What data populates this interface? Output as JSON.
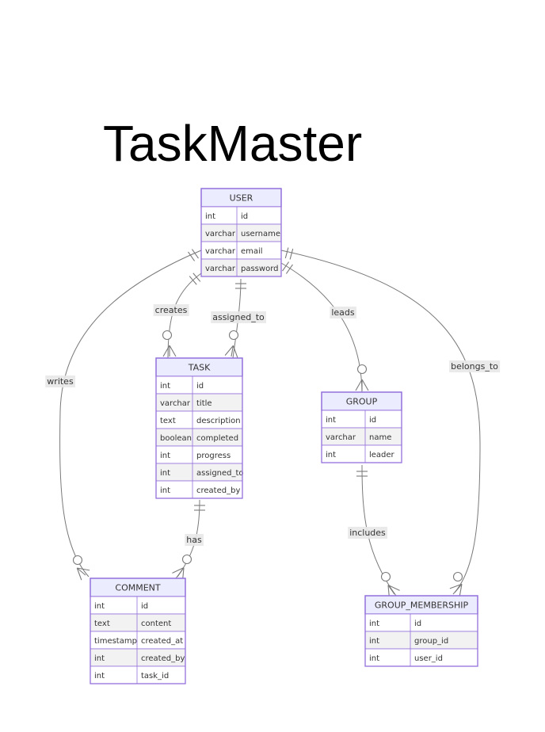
{
  "diagram": {
    "title": "TaskMaster",
    "colors": {
      "entity_border": "#9370db",
      "entity_header": "#ececff",
      "row_alt": "#f2f2f2",
      "edge": "#7a7a7a",
      "label_bg": "#e8e8e8"
    },
    "entities": [
      {
        "id": "user",
        "name": "USER",
        "attributes": [
          {
            "type": "int",
            "name": "id"
          },
          {
            "type": "varchar",
            "name": "username"
          },
          {
            "type": "varchar",
            "name": "email"
          },
          {
            "type": "varchar",
            "name": "password"
          }
        ]
      },
      {
        "id": "task",
        "name": "TASK",
        "attributes": [
          {
            "type": "int",
            "name": "id"
          },
          {
            "type": "varchar",
            "name": "title"
          },
          {
            "type": "text",
            "name": "description"
          },
          {
            "type": "boolean",
            "name": "completed"
          },
          {
            "type": "int",
            "name": "progress"
          },
          {
            "type": "int",
            "name": "assigned_to"
          },
          {
            "type": "int",
            "name": "created_by"
          }
        ]
      },
      {
        "id": "group",
        "name": "GROUP",
        "attributes": [
          {
            "type": "int",
            "name": "id"
          },
          {
            "type": "varchar",
            "name": "name"
          },
          {
            "type": "int",
            "name": "leader"
          }
        ]
      },
      {
        "id": "comment",
        "name": "COMMENT",
        "attributes": [
          {
            "type": "int",
            "name": "id"
          },
          {
            "type": "text",
            "name": "content"
          },
          {
            "type": "timestamp",
            "name": "created_at"
          },
          {
            "type": "int",
            "name": "created_by"
          },
          {
            "type": "int",
            "name": "task_id"
          }
        ]
      },
      {
        "id": "group_membership",
        "name": "GROUP_MEMBERSHIP",
        "attributes": [
          {
            "type": "int",
            "name": "id"
          },
          {
            "type": "int",
            "name": "group_id"
          },
          {
            "type": "int",
            "name": "user_id"
          }
        ]
      }
    ],
    "relationships": [
      {
        "id": "writes",
        "from": "USER",
        "to": "COMMENT",
        "label": "writes",
        "from_cardinality": "exactly-one",
        "to_cardinality": "zero-or-more"
      },
      {
        "id": "creates",
        "from": "USER",
        "to": "TASK",
        "label": "creates",
        "from_cardinality": "exactly-one",
        "to_cardinality": "zero-or-more"
      },
      {
        "id": "assigned_to",
        "from": "USER",
        "to": "TASK",
        "label": "assigned_to",
        "from_cardinality": "exactly-one",
        "to_cardinality": "zero-or-more"
      },
      {
        "id": "leads",
        "from": "USER",
        "to": "GROUP",
        "label": "leads",
        "from_cardinality": "exactly-one",
        "to_cardinality": "zero-or-more"
      },
      {
        "id": "belongs_to",
        "from": "USER",
        "to": "GROUP_MEMBERSHIP",
        "label": "belongs_to",
        "from_cardinality": "exactly-one",
        "to_cardinality": "zero-or-more"
      },
      {
        "id": "has",
        "from": "TASK",
        "to": "COMMENT",
        "label": "has",
        "from_cardinality": "exactly-one",
        "to_cardinality": "zero-or-more"
      },
      {
        "id": "includes",
        "from": "GROUP",
        "to": "GROUP_MEMBERSHIP",
        "label": "includes",
        "from_cardinality": "exactly-one",
        "to_cardinality": "zero-or-more"
      }
    ]
  }
}
